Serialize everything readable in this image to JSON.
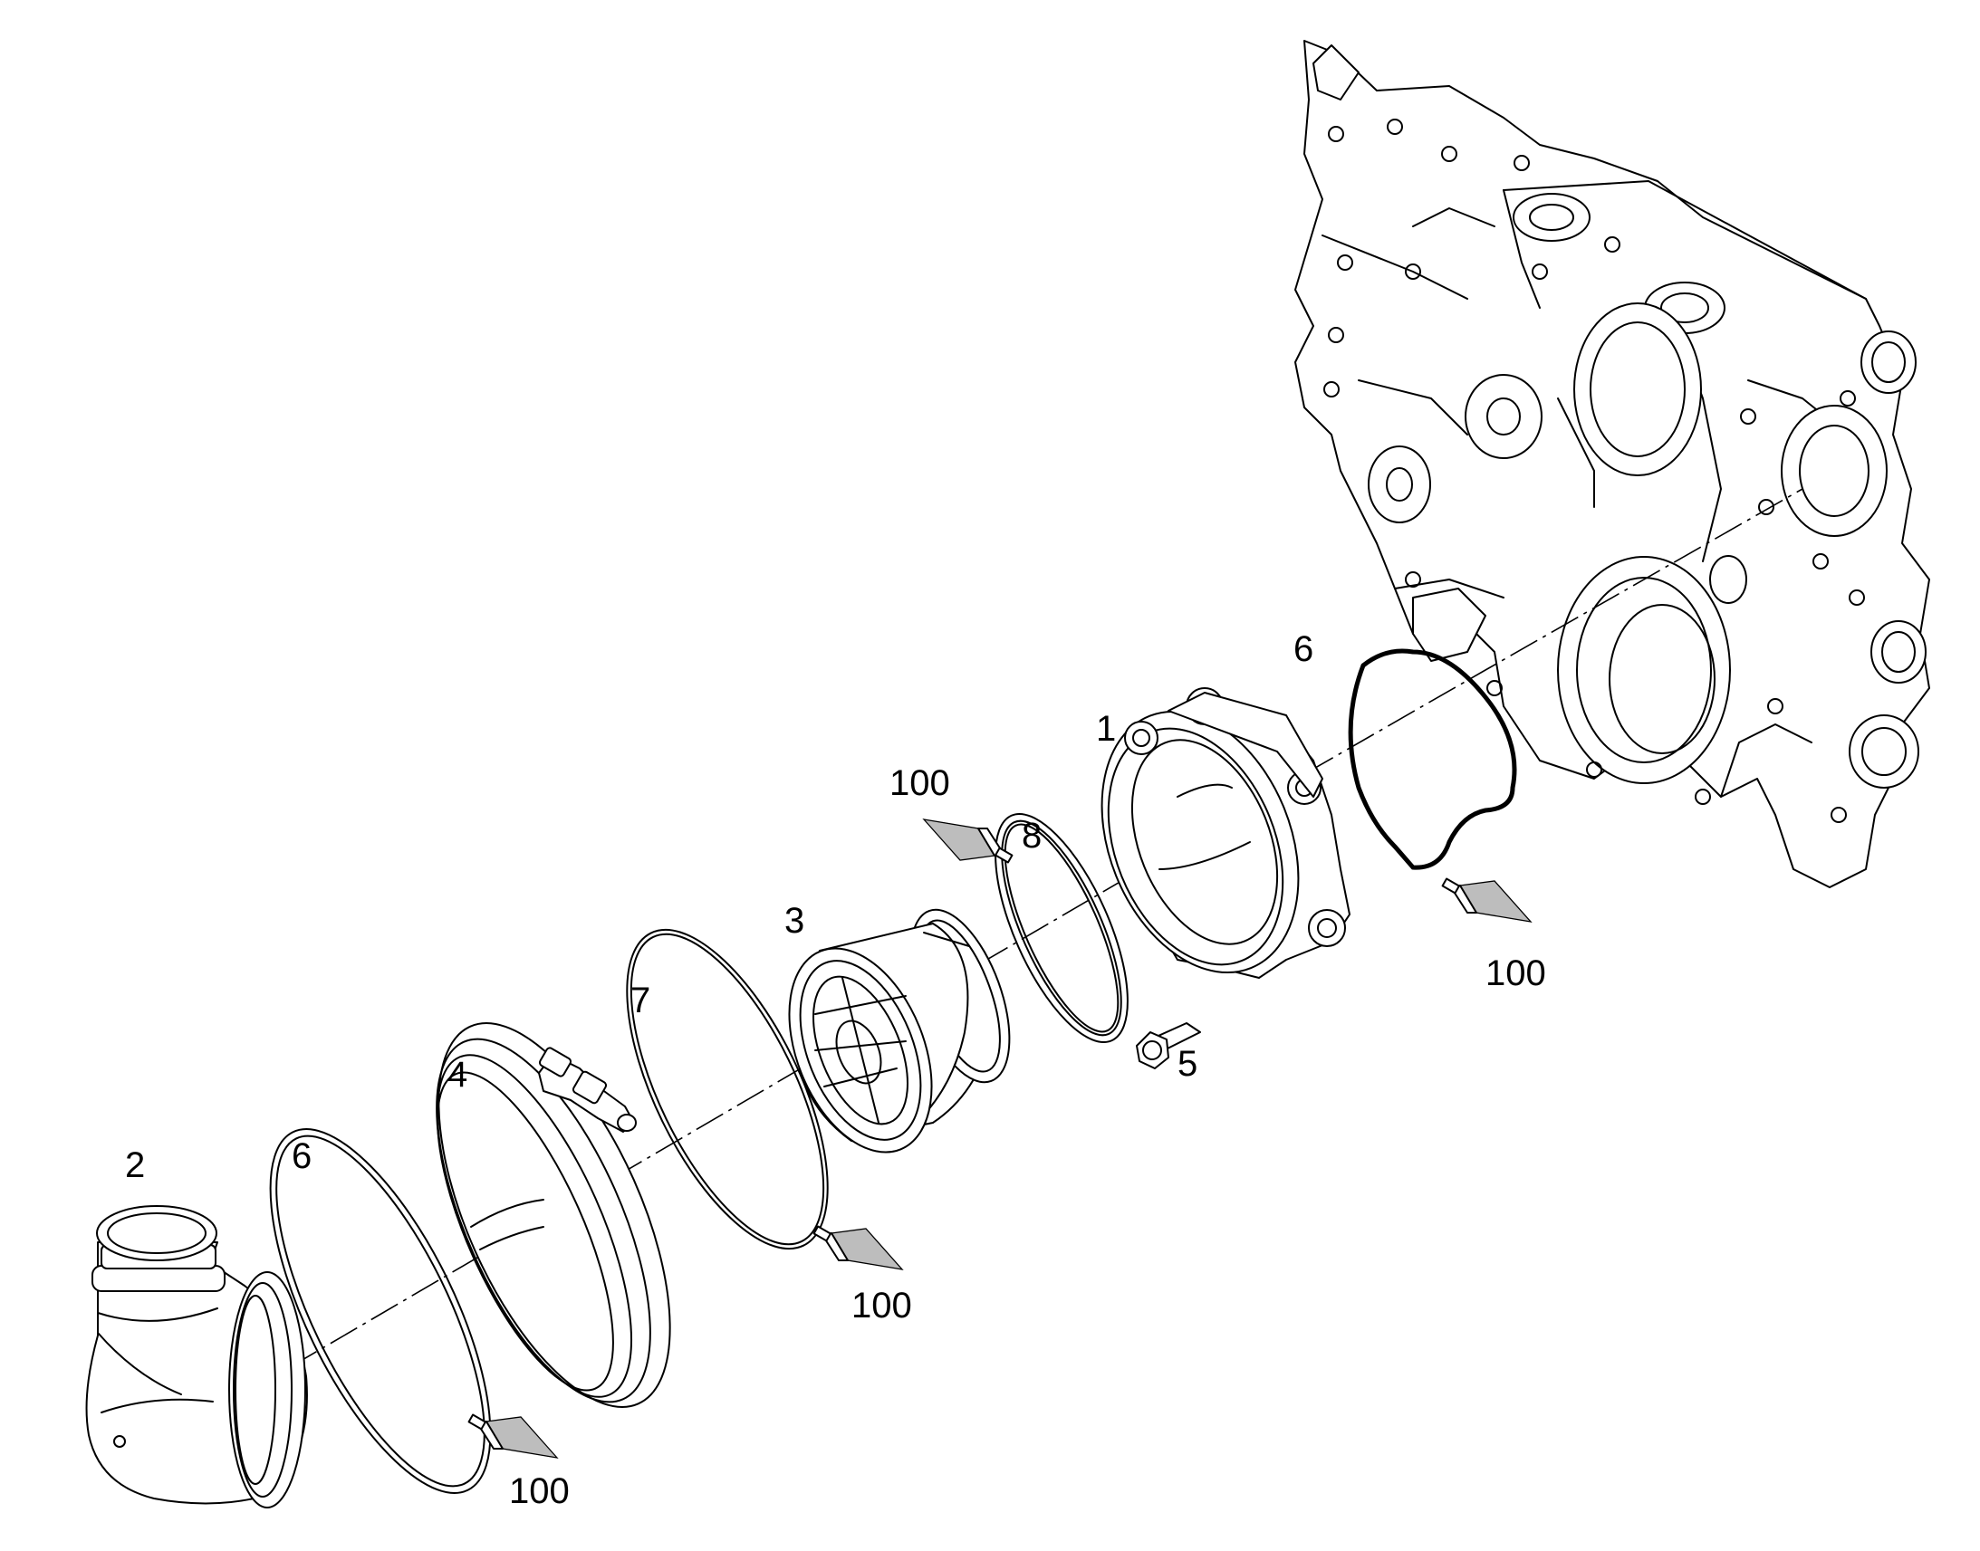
{
  "callouts": {
    "c1": "1",
    "c2": "2",
    "c3": "3",
    "c4": "4",
    "c5": "5",
    "c6a": "6",
    "c6b": "6",
    "c7": "7",
    "c8": "8",
    "c100a": "100",
    "c100b": "100",
    "c100c": "100",
    "c100d": "100"
  },
  "icons": {
    "lubricant": "lubricant-tube-icon"
  }
}
